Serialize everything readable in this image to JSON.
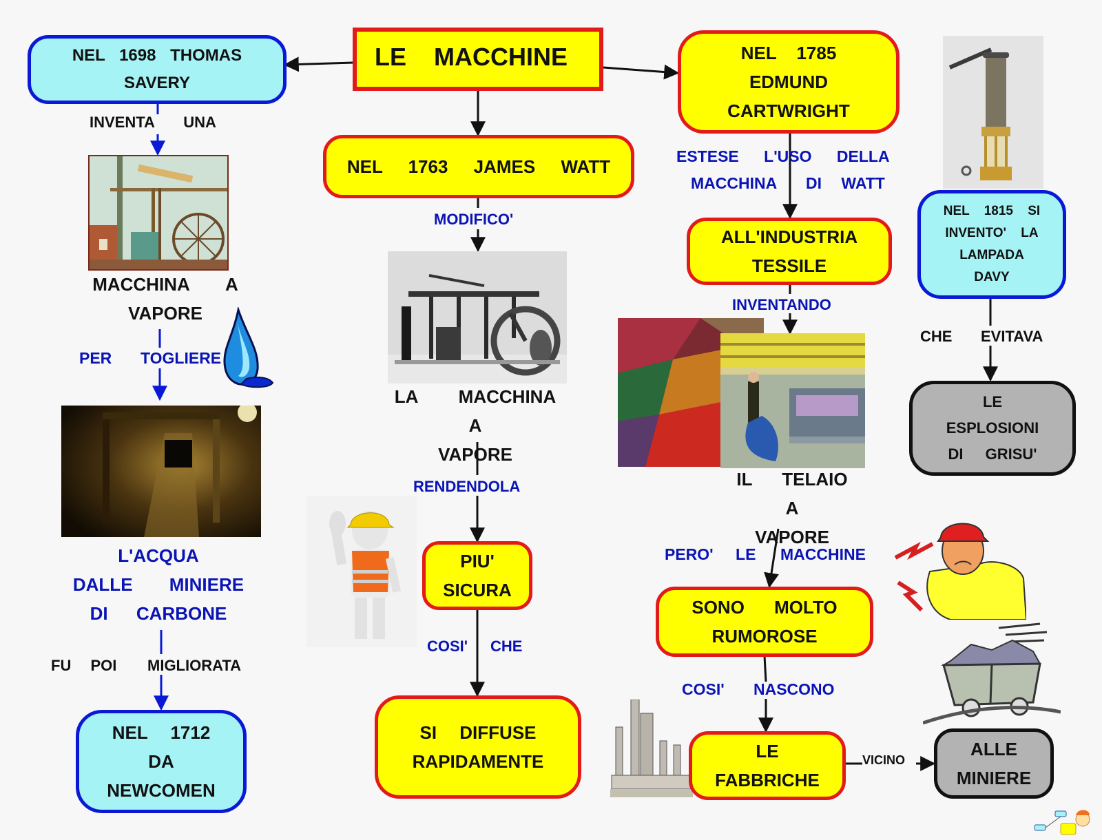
{
  "title": "LE MACCHINE",
  "colors": {
    "background": "#f7f7f7",
    "yellow_fill": "#ffff00",
    "red_border": "#e31a1a",
    "cyan_fill": "#a6f3f5",
    "blue_border": "#0a19d6",
    "gray_fill": "#b3b3b3",
    "link_text_blue": "#0a14b4"
  },
  "nodes": {
    "root": "LE MACCHINE",
    "savery": [
      "NEL 1698 THOMAS",
      "SAVERY"
    ],
    "watt": "NEL 1763 JAMES WATT",
    "cartwright": [
      "NEL 1785",
      "EDMUND",
      "CARTWRIGHT"
    ],
    "tessile": [
      "ALL'INDUSTRIA",
      "TESSILE"
    ],
    "davy": [
      "NEL 1815 SI",
      "INVENTO' LA",
      "LAMPADA",
      "DAVY"
    ],
    "grisu": [
      "LE",
      "ESPLOSIONI",
      "DI GRISU'"
    ],
    "newcomen": [
      "NEL 1712",
      "DA",
      "NEWCOMEN"
    ],
    "piu_sicura": [
      "PIU'",
      "SICURA"
    ],
    "si_diffuse": [
      "SI DIFFUSE",
      "RAPIDAMENTE"
    ],
    "rumorose": [
      "SONO MOLTO",
      "RUMOROSE"
    ],
    "fabbriche": [
      "LE",
      "FABBRICHE"
    ],
    "miniere": [
      "ALLE",
      "MINIERE"
    ]
  },
  "texts": {
    "macchina_vapore_left": [
      "MACCHINA A",
      "VAPORE"
    ],
    "acqua": [
      "L'ACQUA",
      "DALLE MINIERE",
      "DI CARBONE"
    ],
    "macchina_vapore_mid": [
      "LA MACCHINA A",
      "VAPORE"
    ],
    "telaio": [
      "IL TELAIO A",
      "VAPORE"
    ]
  },
  "links": {
    "inventa_una": "INVENTA UNA",
    "per": "PER",
    "togliere": "TOGLIERE",
    "fu_poi": "FU POI",
    "migliorata": "MIGLIORATA",
    "modifico": "MODIFICO'",
    "rendendola": "RENDENDOLA",
    "cosi": "COSI'",
    "che": "CHE",
    "estese_1": "ESTESE L'USO DELLA",
    "estese_2a": "MACCHINA",
    "estese_2b": "DI WATT",
    "inventando": "INVENTANDO",
    "pero_le": "PERO' LE",
    "macchine": "MACCHINE",
    "cosi2": "COSI'",
    "nascono": "NASCONO",
    "vicino": "VICINO",
    "che2": "CHE",
    "evitava": "EVITAVA"
  },
  "images": {
    "savery_engine": "savery-steam-engine-picture",
    "water_drop": "water-drop-icon",
    "coal_mine": "coal-mine-tunnel-picture",
    "watt_engine": "watt-steam-engine-photo",
    "worker": "safety-worker-figure",
    "fabrics": "colorful-fabrics-picture",
    "loom": "steam-loom-factory-picture",
    "davy_lamp": "davy-lamp-photo",
    "noisy_worker": "worker-covering-ear-cartoon",
    "mine_cart": "mine-cart-cartoon",
    "factory": "factory-chimneys-drawing",
    "logo": "mappe-logo"
  }
}
